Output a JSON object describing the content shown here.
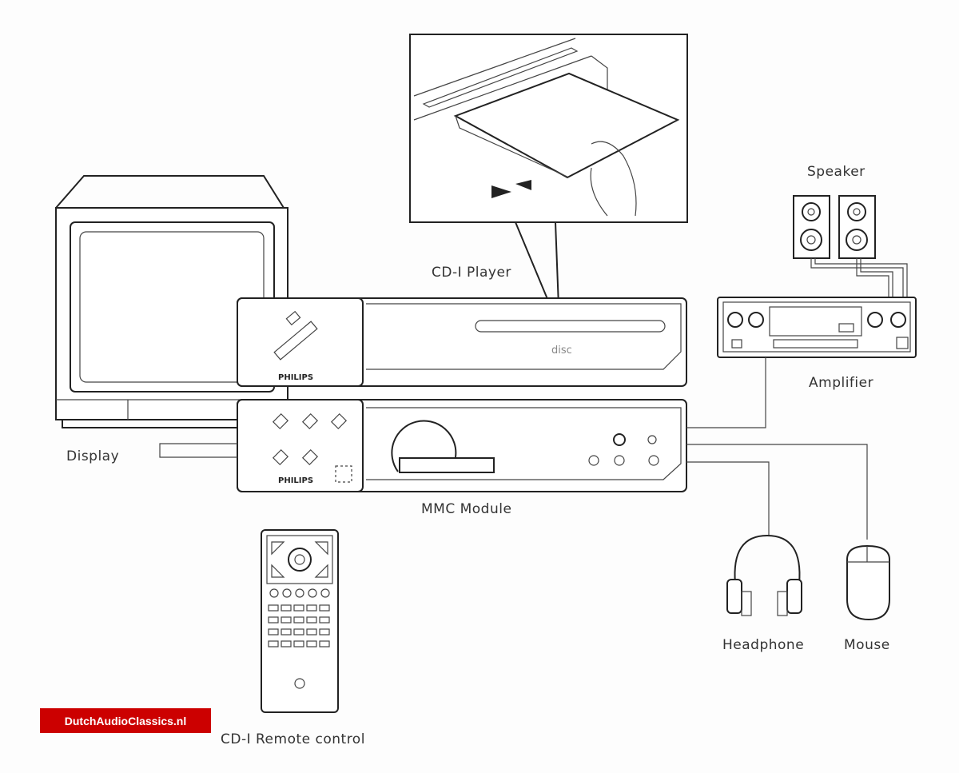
{
  "labels": {
    "speaker": "Speaker",
    "cdi_player": "CD-I Player",
    "amplifier": "Amplifier",
    "display": "Display",
    "mmc_module": "MMC Module",
    "headphone": "Headphone",
    "mouse": "Mouse",
    "remote": "CD-I Remote control"
  },
  "brand_marks": [
    "PHILIPS",
    "PHILIPS"
  ],
  "watermark": {
    "text": "DutchAudioClassics.nl",
    "color": "#cc0000"
  }
}
